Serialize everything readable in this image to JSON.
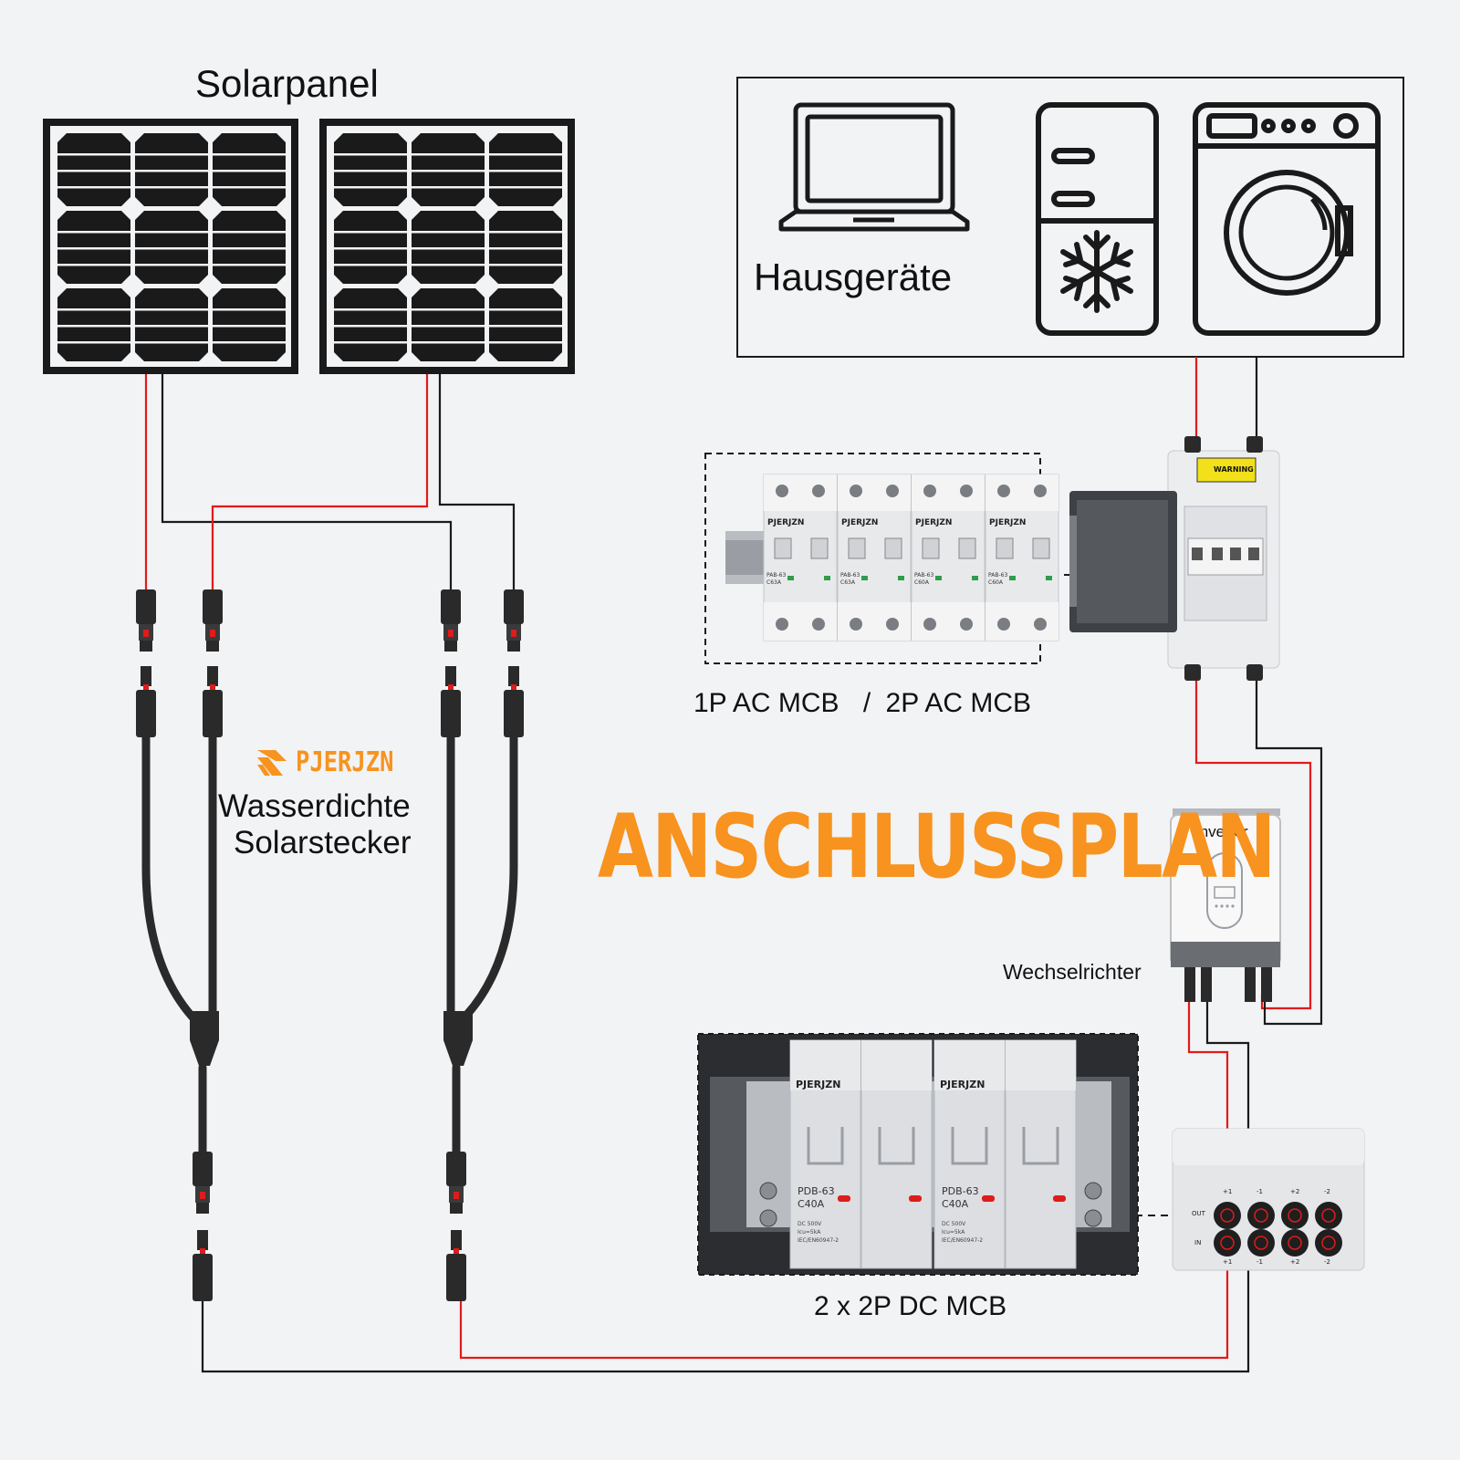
{
  "title": "ANSCHLUSSPLAN",
  "labels": {
    "solar_panel": "Solarpanel",
    "appliances": "Hausgeräte",
    "ac_mcb": "1P AC MCB",
    "ac_mcb_sep": "/",
    "ac_mcb_2p": "2P AC MCB",
    "inverter_title": "Inverter",
    "inverter": "Wechselrichter",
    "dc_mcb": "2 x 2P DC MCB",
    "connectors_line1": "Wasserdichte",
    "connectors_line2": "Solarstecker"
  },
  "brand": {
    "name": "PJERJZN",
    "color": "#f7931e"
  },
  "warning_label": "WARNING",
  "ac_breakers": [
    {
      "brand": "PJERJZN",
      "model": "PAB-63",
      "rating": "C63A"
    },
    {
      "brand": "PJERJZN",
      "model": "PAB-63",
      "rating": "C63A"
    },
    {
      "brand": "PJERJZN",
      "model": "PAB-63",
      "rating": "C60A"
    },
    {
      "brand": "PJERJZN",
      "model": "PAB-63",
      "rating": "C60A"
    }
  ],
  "dc_breakers": [
    {
      "brand": "PJERJZN",
      "model": "PDB-63",
      "rating": "C40A",
      "spec1": "DC 500V",
      "spec2": "Icu=5kA",
      "spec3": "IEC/EN60947-2"
    },
    {
      "brand": "PJERJZN",
      "model": "PDB-63",
      "rating": "C40A",
      "spec1": "DC 500V",
      "spec2": "Icu=5kA",
      "spec3": "IEC/EN60947-2"
    }
  ],
  "combiner_box": {
    "row_out": "OUT",
    "row_in": "IN",
    "terminals": [
      "+1",
      "-1",
      "+2",
      "-2"
    ]
  },
  "colors": {
    "positive_wire": "#e01b1b",
    "negative_wire": "#1a1a1a",
    "accent": "#f7931e",
    "background": "#f2f3f5"
  }
}
